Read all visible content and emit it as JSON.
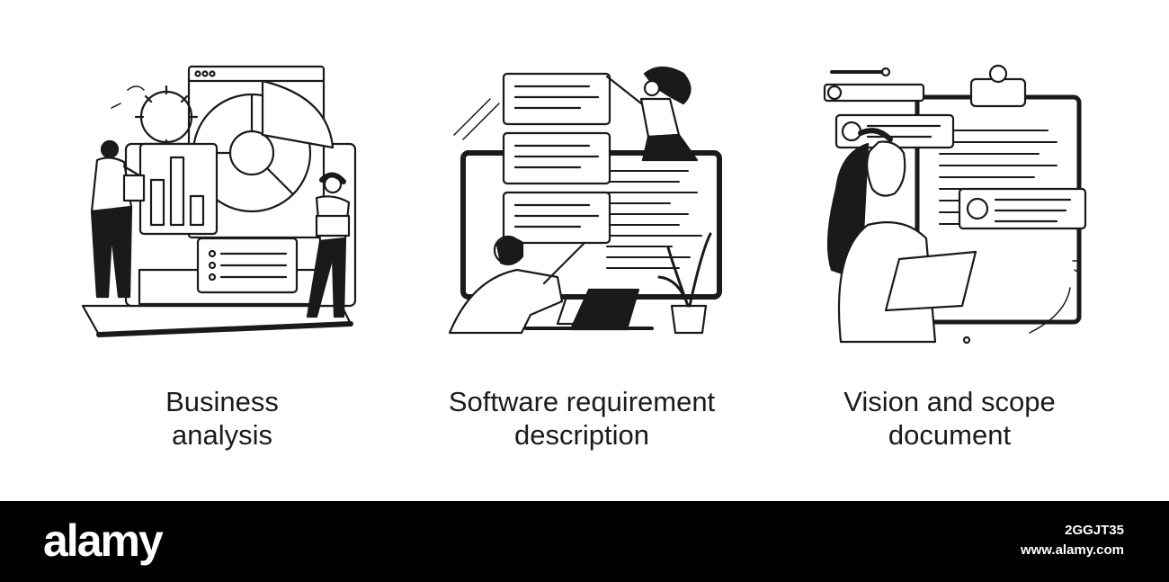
{
  "panels": [
    {
      "caption_line1": "Business",
      "caption_line2": "analysis",
      "icon": "business-analysis-illustration"
    },
    {
      "caption_line1": "Software requirement",
      "caption_line2": "description",
      "icon": "software-requirement-illustration"
    },
    {
      "caption_line1": "Vision and scope",
      "caption_line2": "document",
      "icon": "vision-scope-illustration"
    }
  ],
  "footer": {
    "brand": "alamy",
    "image_id": "2GGJT35",
    "site": "www.alamy.com"
  },
  "colors": {
    "ink": "#1a1a1a",
    "background": "#ffffff",
    "footer": "#000000"
  }
}
